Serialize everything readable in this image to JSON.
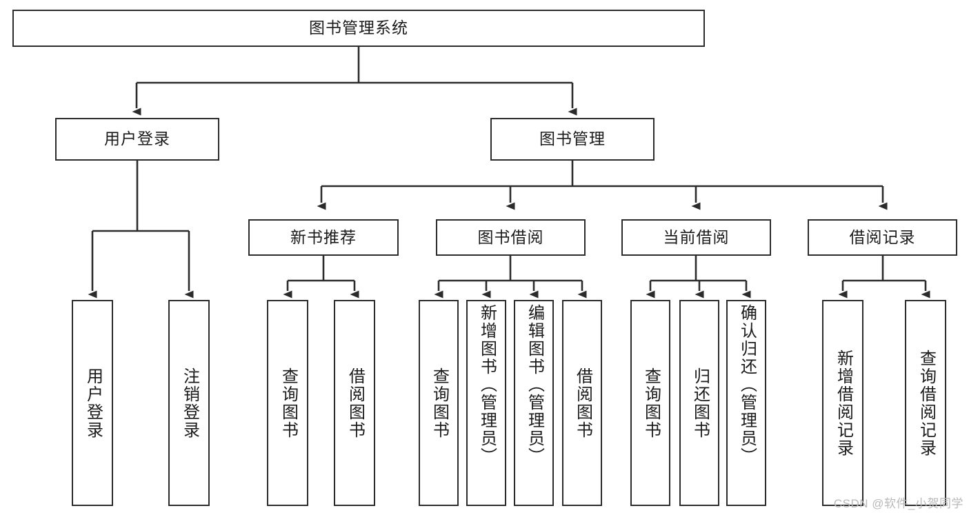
{
  "diagram": {
    "type": "tree-hierarchy",
    "title": "图书管理系统",
    "orientation": "top-down",
    "watermark": "CSDN @软件_小贺同学",
    "colors": {
      "border": "#2b2b2b",
      "background": "#ffffff",
      "text": "#1a1a1a",
      "watermark": "#b9b9b9"
    },
    "levels": {
      "level0": "root",
      "level1": "modules",
      "level2": "sub-modules",
      "level3": "functions"
    }
  },
  "nodes": {
    "root": {
      "label": "图书管理系统"
    },
    "level1": [
      {
        "id": "user-login",
        "label": "用户登录"
      },
      {
        "id": "book-manage",
        "label": "图书管理"
      }
    ],
    "level2": [
      {
        "id": "new-book-recommend",
        "label": "新书推荐",
        "parent": "book-manage"
      },
      {
        "id": "book-borrow",
        "label": "图书借阅",
        "parent": "book-manage"
      },
      {
        "id": "current-borrow",
        "label": "当前借阅",
        "parent": "book-manage"
      },
      {
        "id": "borrow-record",
        "label": "借阅记录",
        "parent": "book-manage"
      }
    ],
    "leaves": {
      "user_login": [
        {
          "id": "leaf-user-login",
          "label": "用户登录"
        },
        {
          "id": "leaf-logout-login",
          "label": "注销登录"
        }
      ],
      "new_book_recommend": [
        {
          "id": "leaf-query-book-1",
          "label": "查询图书"
        },
        {
          "id": "leaf-borrow-book-1",
          "label": "借阅图书"
        }
      ],
      "book_borrow": [
        {
          "id": "leaf-query-book-2",
          "label": "查询图书"
        },
        {
          "id": "leaf-add-book",
          "label": "新增图书（管理员）"
        },
        {
          "id": "leaf-edit-book",
          "label": "编辑图书（管理员）"
        },
        {
          "id": "leaf-borrow-book-2",
          "label": "借阅图书"
        }
      ],
      "current_borrow": [
        {
          "id": "leaf-query-book-3",
          "label": "查询图书"
        },
        {
          "id": "leaf-return-book",
          "label": "归还图书"
        },
        {
          "id": "leaf-confirm-return",
          "label": "确认归还（管理员）"
        }
      ],
      "borrow_record": [
        {
          "id": "leaf-add-record",
          "label": "新增借阅记录"
        },
        {
          "id": "leaf-query-record",
          "label": "查询借阅记录"
        }
      ]
    }
  }
}
